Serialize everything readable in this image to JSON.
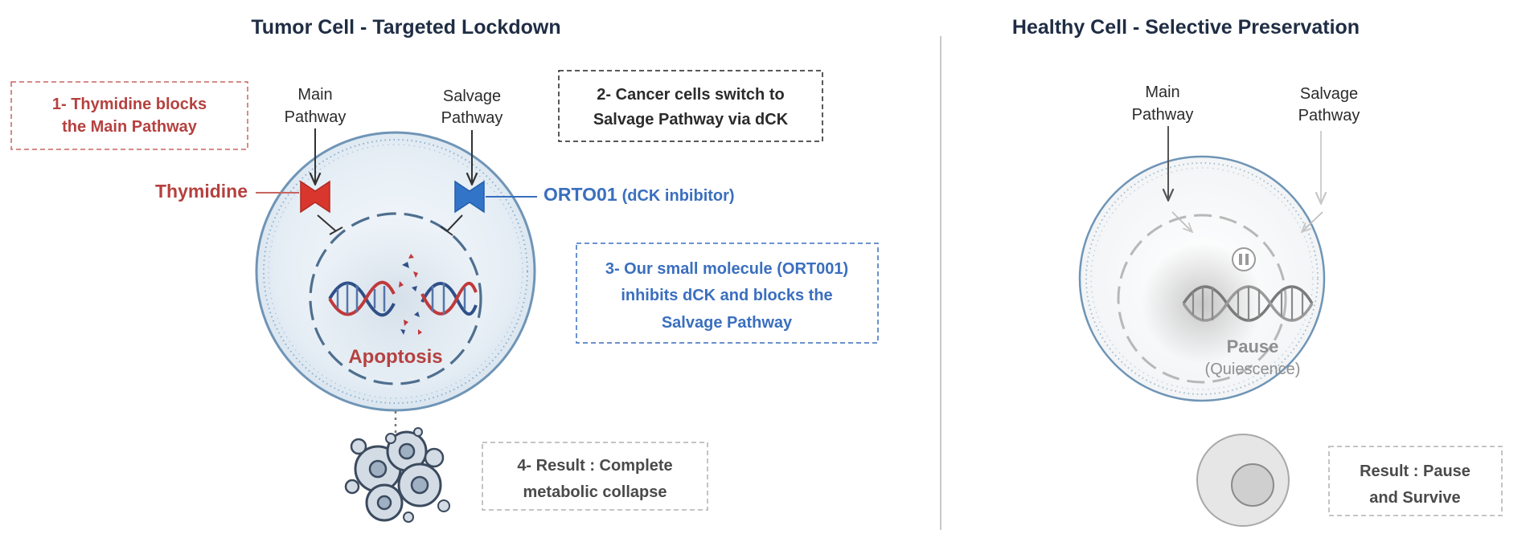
{
  "left": {
    "title": "Tumor Cell -  Targeted Lockdown",
    "step1_line1": "1- Thymidine blocks",
    "step1_line2": "the Main Pathway",
    "main_pathway_line1": "Main",
    "main_pathway_line2": "Pathway",
    "salvage_pathway_line1": "Salvage",
    "salvage_pathway_line2": "Pathway",
    "step2_line1": "2- Cancer cells switch to",
    "step2_line2": "Salvage Pathway via dCK",
    "thymidine_label": "Thymidine",
    "drug_name": "ORTO01",
    "drug_note": "(dCK inbibitor)",
    "step3_line1": "3-  Our small molecule (ORT001)",
    "step3_line2": "inhibits dCK and blocks the",
    "step3_line3": "Salvage Pathway",
    "apoptosis_label": "Apoptosis",
    "step4_line1": "4- Result : Complete",
    "step4_line2": "metabolic collapse"
  },
  "right": {
    "title": "Healthy Cell - Selective Preservation",
    "main_pathway_line1": "Main",
    "main_pathway_line2": "Pathway",
    "salvage_pathway_line1": "Salvage",
    "salvage_pathway_line2": "Pathway",
    "pause_label": "Pause",
    "quiescence_label": "(Quiescence)",
    "result_line1": "Result : Pause",
    "result_line2": "and Survive"
  },
  "colors": {
    "title": "#1f2d44",
    "red": "#b5413f",
    "red_fill": "#d9372e",
    "blue": "#3a6fbe",
    "blue_fill": "#3274c8",
    "dark_text": "#2b2b2b",
    "gray_text": "#4a4a4a",
    "light_gray": "#8f8f8f",
    "cell_outline": "#6f95b6",
    "divider": "#c8c8c8"
  }
}
